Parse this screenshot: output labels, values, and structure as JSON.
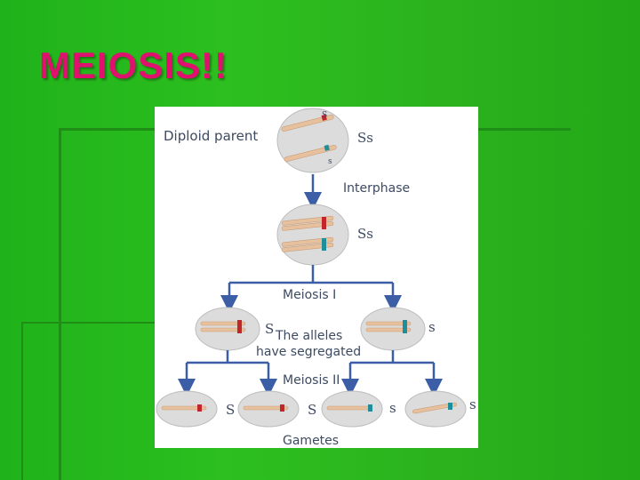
{
  "slide": {
    "title": "MEIOSIS!!"
  },
  "diagram": {
    "labels": {
      "diploid_parent": "Diploid parent",
      "interphase": "Interphase",
      "meiosis_1": "Meiosis I",
      "meiosis_2": "Meiosis II",
      "gametes": "Gametes",
      "segregated_line1": "The alleles",
      "segregated_line2": "have segregated"
    },
    "genotypes": {
      "parent": "Ss",
      "interphase": "Ss",
      "meiosis1_left": "S",
      "meiosis1_right": "s",
      "gamete_1": "S",
      "gamete_2": "S",
      "gamete_3": "s",
      "gamete_4": "s"
    },
    "small_allele_marks": {
      "dominant": "S",
      "recessive": "s"
    },
    "colors": {
      "dominant_allele": "#c0262c",
      "recessive_allele": "#1f8e9c",
      "arrow": "#3b5ea6",
      "cell_fill": "#dcdcdc",
      "chromosome": "#e7c19d"
    }
  }
}
